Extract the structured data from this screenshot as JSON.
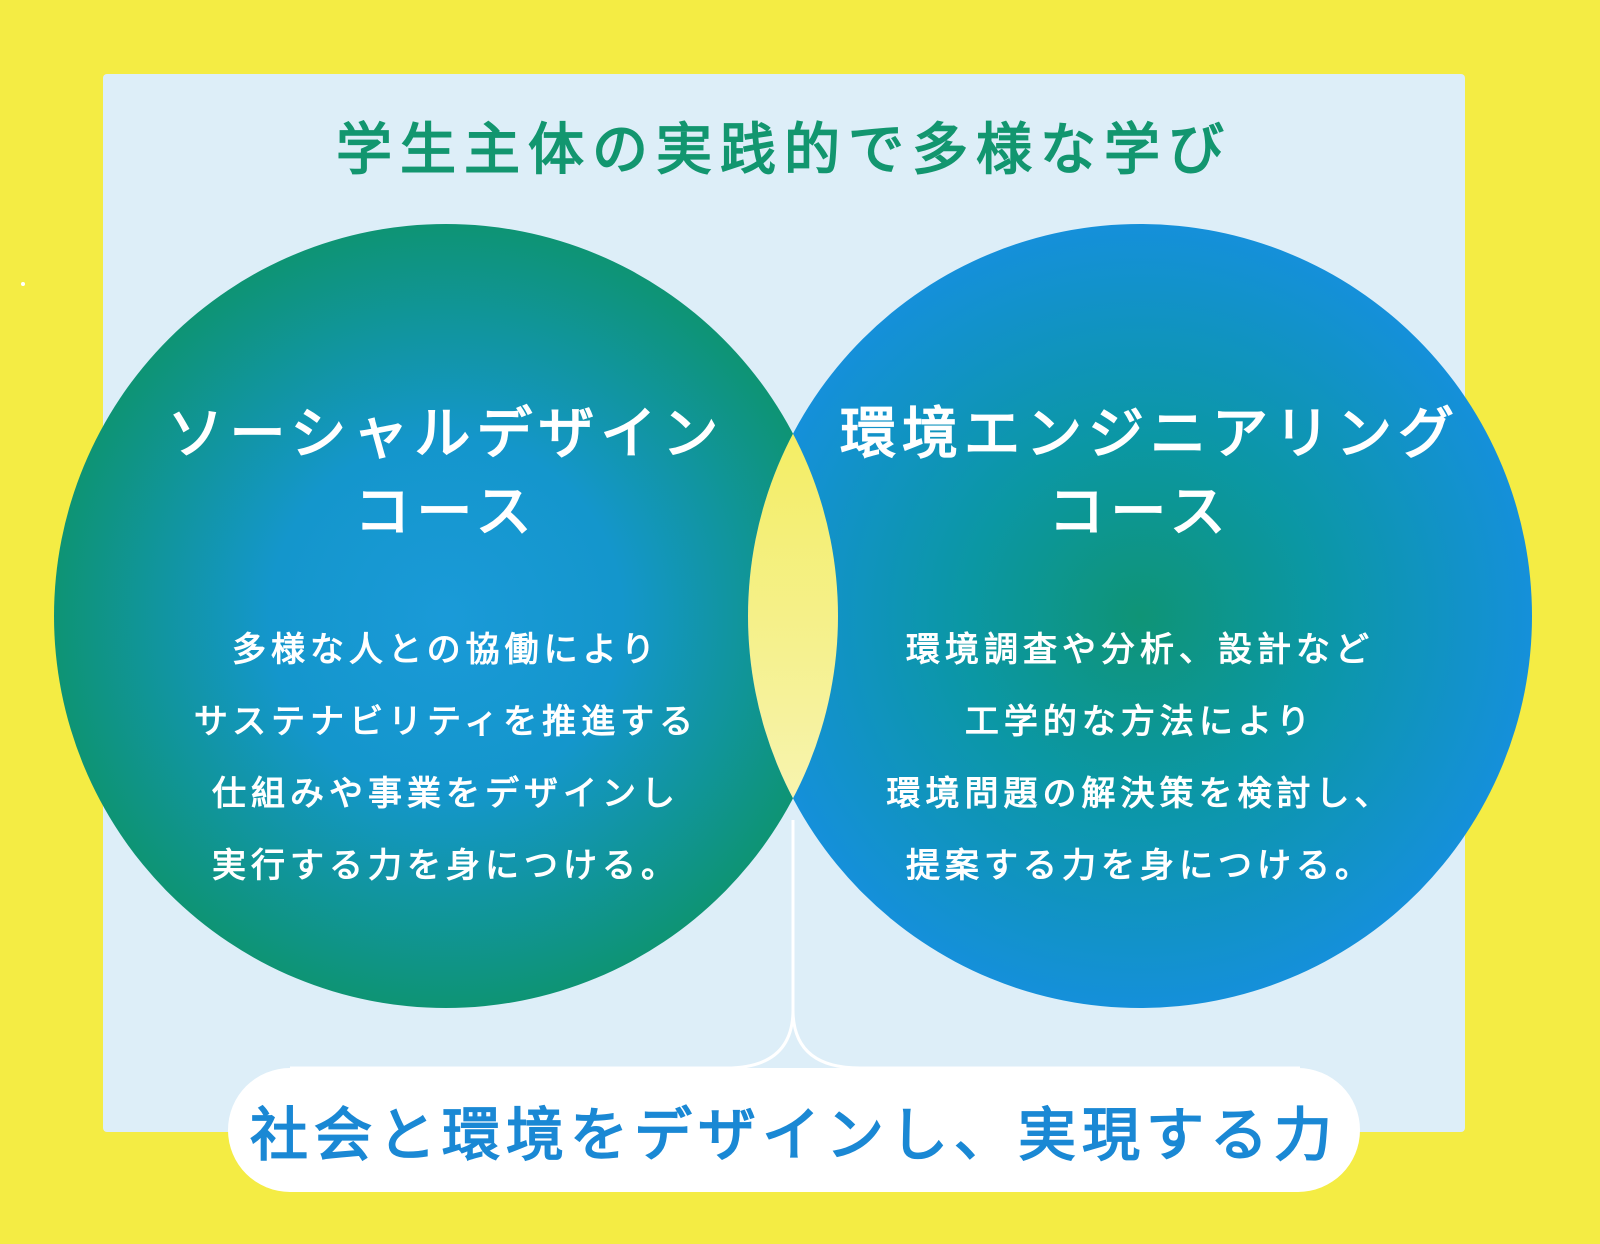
{
  "title": "学生主体の実践的で多様な学び",
  "courses": [
    {
      "name_lines": [
        "ソーシャルデザイン",
        "コース"
      ],
      "description_lines": [
        "多様な人との協働により",
        "サステナビリティを推進する",
        "仕組みや事業をデザインし",
        "実行する力を身につける。"
      ]
    },
    {
      "name_lines": [
        "環境エンジニアリング",
        "コース"
      ],
      "description_lines": [
        "環境調査や分析、設計など",
        "工学的な方法により",
        "環境問題の解決策を検討し、",
        "提案する力を身につける。"
      ]
    }
  ],
  "result": "社会と環境をデザインし、実現する力",
  "colors": {
    "background": "#f4ec44",
    "panel": "#ddeef8",
    "title": "#12966f",
    "green": "#0f9476",
    "blue": "#1491d6",
    "result_text": "#1a88d4",
    "overlap": "#f6ee4c"
  }
}
